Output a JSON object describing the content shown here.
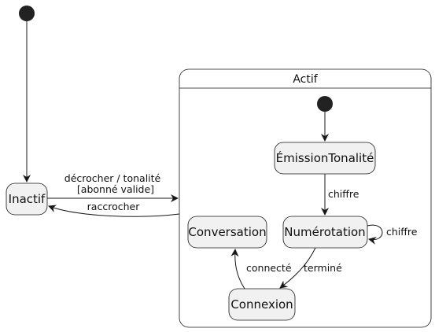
{
  "diagram": {
    "composite": {
      "title": "Actif"
    },
    "states": {
      "inactif": "Inactif",
      "emission": "ÉmissionTonalité",
      "numerotation": "Numérotation",
      "conversation": "Conversation",
      "connexion": "Connexion"
    },
    "transitions": {
      "decrocher_line1": "décrocher / tonalité",
      "decrocher_line2": "[abonné valide]",
      "raccrocher": "raccrocher",
      "chiffre_1": "chiffre",
      "chiffre_self": "chiffre",
      "termine": "terminé",
      "connecte": "connecté"
    },
    "colors": {
      "state_fill": "#f1f1f1",
      "border": "#181818",
      "initial": "#222222"
    }
  }
}
